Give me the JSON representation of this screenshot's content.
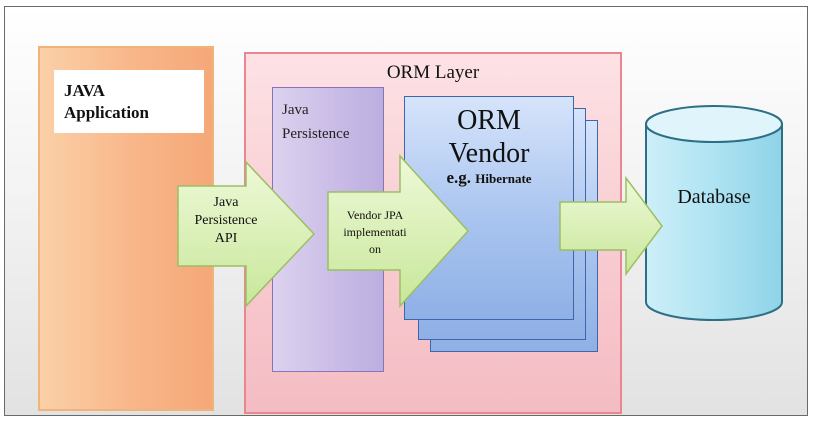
{
  "java_application": {
    "line1": "JAVA",
    "line2": "Application"
  },
  "orm_layer": {
    "title": "ORM Layer"
  },
  "java_persistence": {
    "line1": "Java",
    "line2": "Persistence"
  },
  "orm_vendor": {
    "line1": "ORM",
    "line2": "Vendor",
    "eg": "e.g.",
    "example": "Hibernate"
  },
  "database": {
    "label": "Database"
  },
  "arrows": {
    "jpa_api": [
      "Java",
      "Persistence",
      "API"
    ],
    "vendor_impl": [
      "Vendor JPA",
      "implementati",
      "on"
    ]
  },
  "colors": {
    "java_app_fill": "#f8b689",
    "orm_layer_fill": "#f8cdd2",
    "java_persistence_fill": "#c9bbe6",
    "vendor_fill": "#a9c4ef",
    "database_fill": "#aee3f2",
    "arrow_fill": "#d9f0b0"
  }
}
